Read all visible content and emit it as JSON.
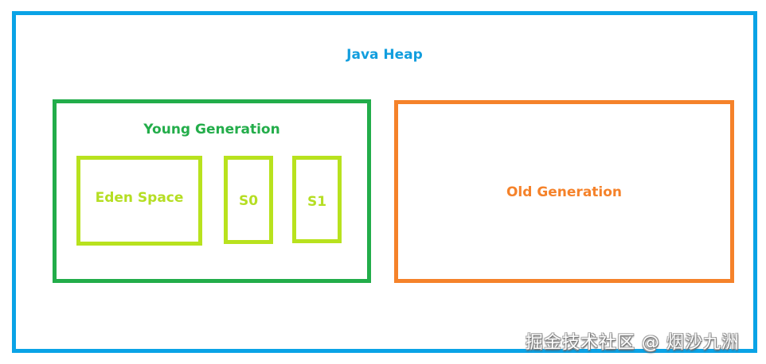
{
  "diagram": {
    "heap": {
      "label": "Java Heap",
      "color": "#0aa3e6"
    },
    "young_generation": {
      "label": "Young Generation",
      "color": "#22ad4a",
      "spaces": [
        {
          "label": "Eden Space",
          "color": "#b8e21e"
        },
        {
          "label": "S0",
          "color": "#b8e21e"
        },
        {
          "label": "S1",
          "color": "#b8e21e"
        }
      ]
    },
    "old_generation": {
      "label": "Old Generation",
      "color": "#f5822a"
    }
  },
  "watermark": {
    "text": "掘金技术社区 @ 烟沙九洲"
  }
}
